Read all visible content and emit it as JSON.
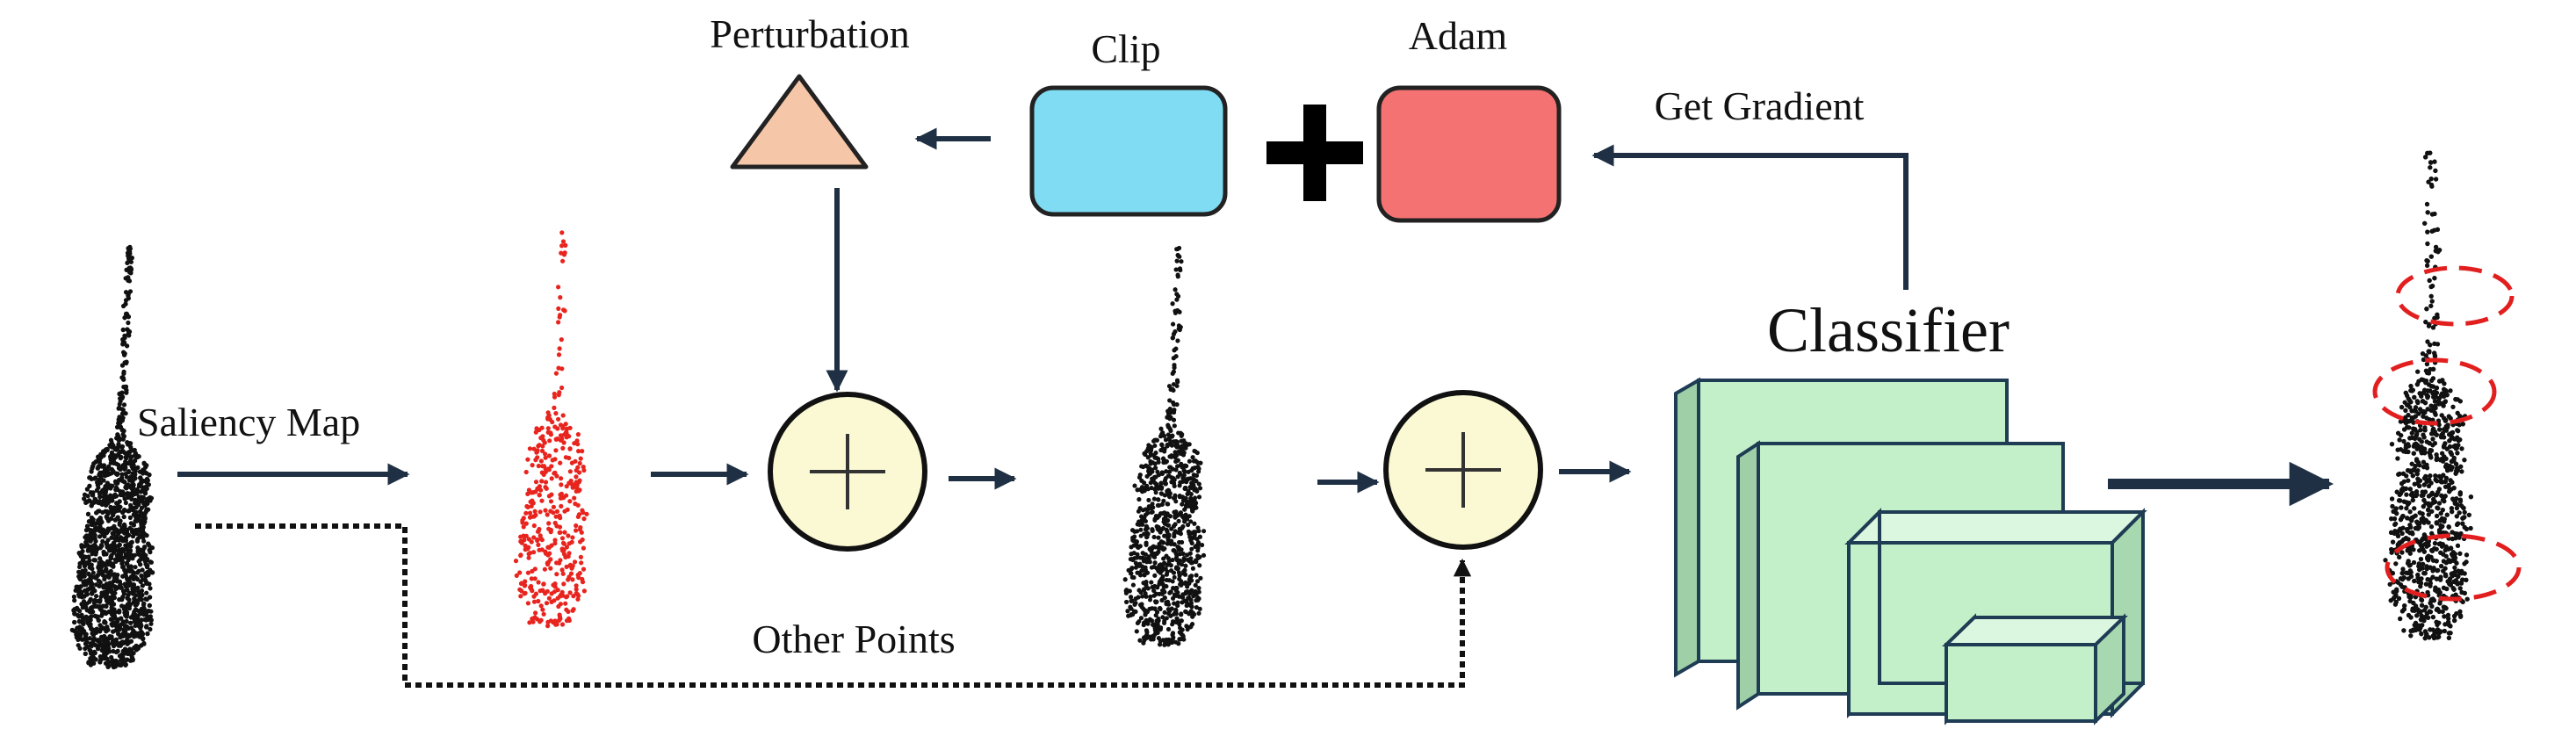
{
  "labels": {
    "perturbation": "Perturbation",
    "clip": "Clip",
    "adam": "Adam",
    "get_gradient": "Get Gradient",
    "saliency_map": "Saliency Map",
    "other_points": "Other Points",
    "classifier": "Classifier"
  },
  "colors": {
    "perturbation_fill": "#f6c6a8",
    "clip_fill": "#7fdcf2",
    "adam_fill": "#f57272",
    "sum_node_fill": "#fbf9d3",
    "classifier_fill": "#c3f0c8",
    "arrow": "#1f3044",
    "saliency_points": "#e8241e",
    "cloud_points": "#111111",
    "highlight_ellipse": "#e21f1f"
  },
  "icons": {
    "perturbation_shape": "triangle-icon",
    "combine_operator": "plus-icon",
    "sum_node": "circled-plus-icon",
    "classifier": "stacked-layers-icon",
    "point_cloud": "guitar-point-cloud"
  }
}
